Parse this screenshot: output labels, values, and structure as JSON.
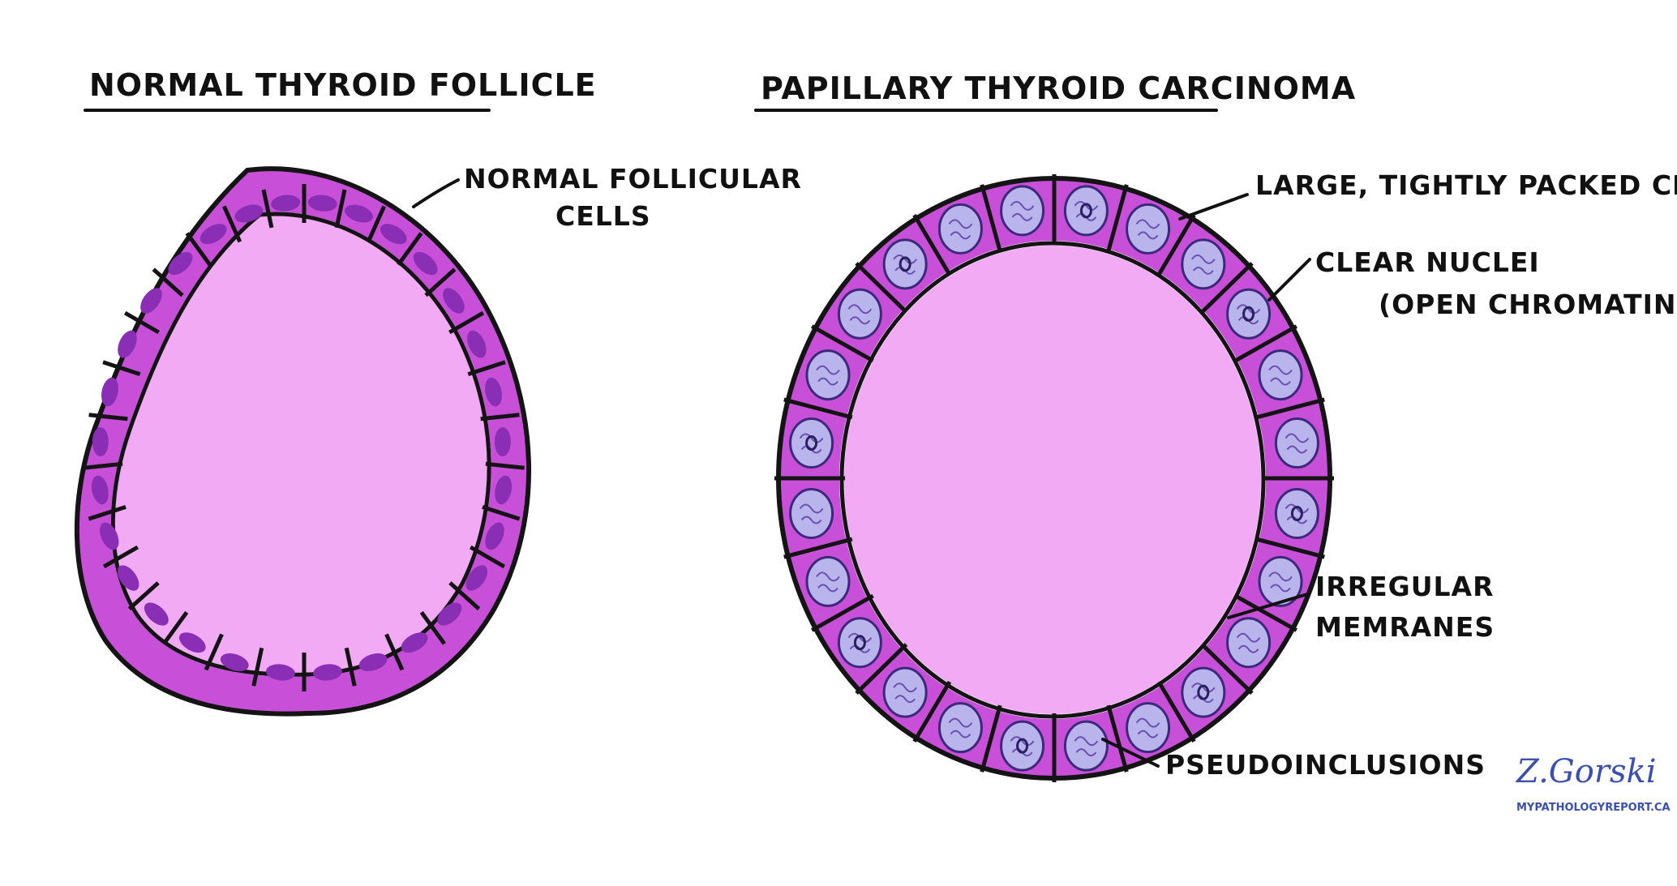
{
  "panels": {
    "normal": {
      "title": "NORMAL THYROID FOLLICLE",
      "callout_label_line1": "NORMAL FOLLICULAR",
      "callout_label_line2": "CELLS"
    },
    "papillary": {
      "title": "PAPILLARY THYROID CARCINOMA",
      "callouts": {
        "large_cells": "LARGE, TIGHTLY PACKED CELLS",
        "clear_nuclei_line1": "CLEAR NUCLEI",
        "clear_nuclei_line2": "(OPEN CHROMATIN)",
        "irregular_line1": "IRREGULAR",
        "irregular_line2": "MEMRANES",
        "pseudoinclusions": "PSEUDOINCLUSIONS"
      }
    }
  },
  "signature": {
    "name": "Z.Gorski",
    "site": "MYPATHOLOGYREPORT.CA"
  },
  "colors": {
    "lumen": "#f2aaf4",
    "cell_fill": "#c84fd8",
    "cell_fill_light": "#d77ae6",
    "nucleus_normal": "#8a2fb5",
    "nucleus_clear": "#b9b4ec",
    "outline": "#141414",
    "signature": "#3a4fb0"
  },
  "icons": [
    "follicle-cell",
    "clear-nucleus",
    "signature-logo"
  ]
}
